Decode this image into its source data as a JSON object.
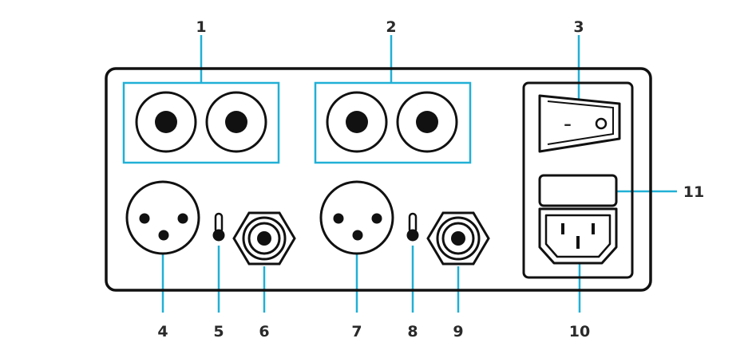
{
  "labels": {
    "rca_pair_1": "1",
    "rca_pair_2": "2",
    "power_switch": "3",
    "xlr_1": "4",
    "toggle_1": "5",
    "coax_1": "6",
    "xlr_2": "7",
    "toggle_2": "8",
    "coax_2": "9",
    "iec_inlet": "10",
    "fuse_holder": "11"
  },
  "power_switch": {
    "off_symbol": "–",
    "on_symbol": "O"
  },
  "colors": {
    "leader": "#21b0d6",
    "outline": "#111111",
    "background": "#ffffff"
  }
}
